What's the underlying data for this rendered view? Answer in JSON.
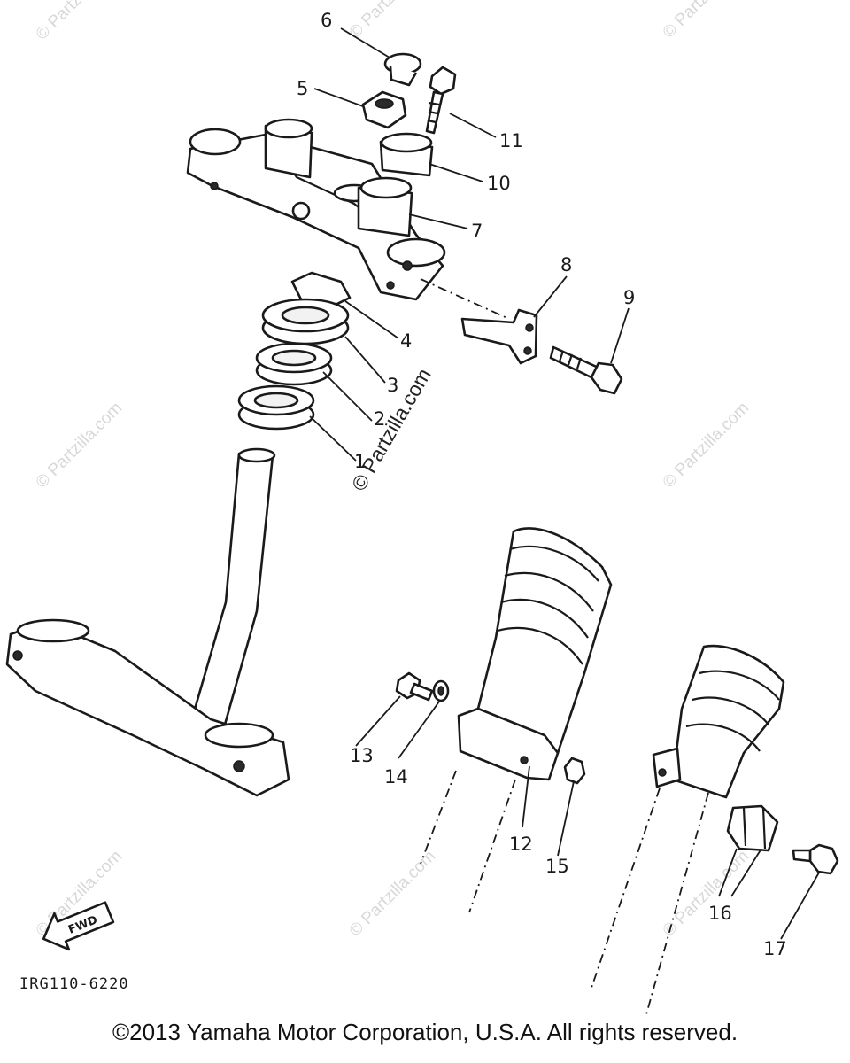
{
  "diagram_code": "IRG110-6220",
  "direction_label": "FWD",
  "copyright": "©2013 Yamaha Motor Corporation, U.S.A. All rights reserved.",
  "watermark": "© Partzilla.com",
  "callouts": [
    "1",
    "2",
    "3",
    "4",
    "5",
    "6",
    "7",
    "8",
    "9",
    "10",
    "11",
    "12",
    "13",
    "14",
    "15",
    "16",
    "17"
  ]
}
